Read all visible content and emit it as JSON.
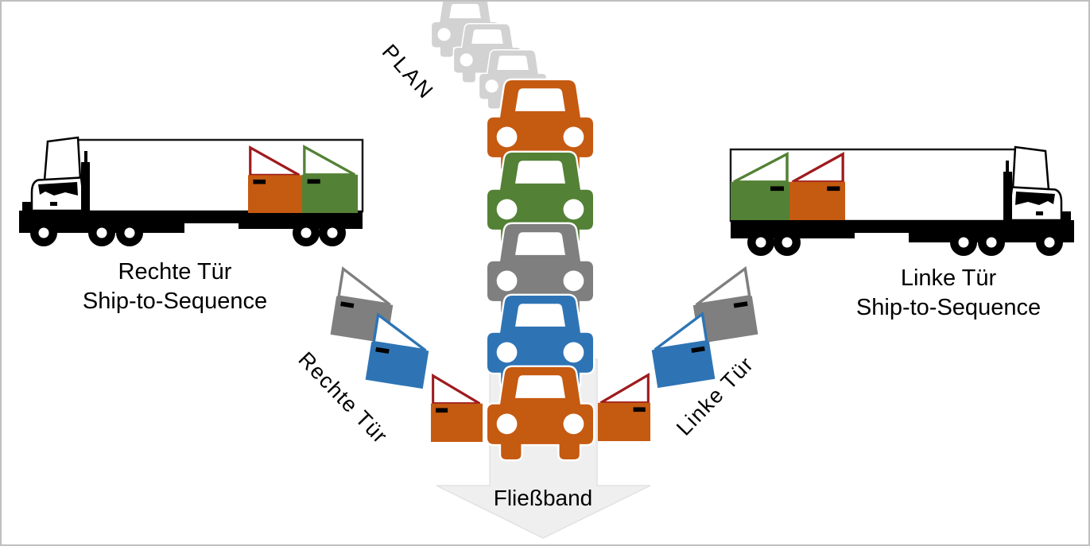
{
  "canvas": {
    "background": "#ffffff",
    "border_color": "#bfbfbf"
  },
  "colors": {
    "orange": "#C55A11",
    "green": "#538135",
    "gray": "#7F7F7F",
    "blue": "#2E74B5",
    "dark_red": "#9E1B1E",
    "faded_gray": "#D2D2D2",
    "black": "#000000",
    "white": "#ffffff",
    "arrow_fill": "#EFEFEF",
    "arrow_edge": "#E2E2E2",
    "truck_ink": "#000000"
  },
  "plan_queue": {
    "label": "PLAN",
    "faded_car_count": 3,
    "faded_car_color": "faded_gray"
  },
  "assembly_line": {
    "label": "Fließband",
    "cars": [
      "orange",
      "green",
      "gray",
      "blue",
      "orange"
    ]
  },
  "left_truck": {
    "label_line1": "Rechte Tür",
    "label_line2": "Ship-to-Sequence",
    "doors": [
      {
        "panel": "orange",
        "window": "dark_red"
      },
      {
        "panel": "green",
        "window": "green"
      }
    ]
  },
  "right_truck": {
    "label_line1": "Linke Tür",
    "label_line2": "Ship-to-Sequence",
    "doors": [
      {
        "panel": "green",
        "window": "green"
      },
      {
        "panel": "orange",
        "window": "dark_red"
      }
    ]
  },
  "left_door_line": {
    "label": "Rechte Tür",
    "doors": [
      {
        "panel": "gray",
        "window": "gray"
      },
      {
        "panel": "blue",
        "window": "blue"
      },
      {
        "panel": "orange",
        "window": "dark_red"
      }
    ]
  },
  "right_door_line": {
    "label": "Linke Tür",
    "doors": [
      {
        "panel": "gray",
        "window": "gray"
      },
      {
        "panel": "blue",
        "window": "blue"
      },
      {
        "panel": "orange",
        "window": "dark_red"
      }
    ]
  }
}
